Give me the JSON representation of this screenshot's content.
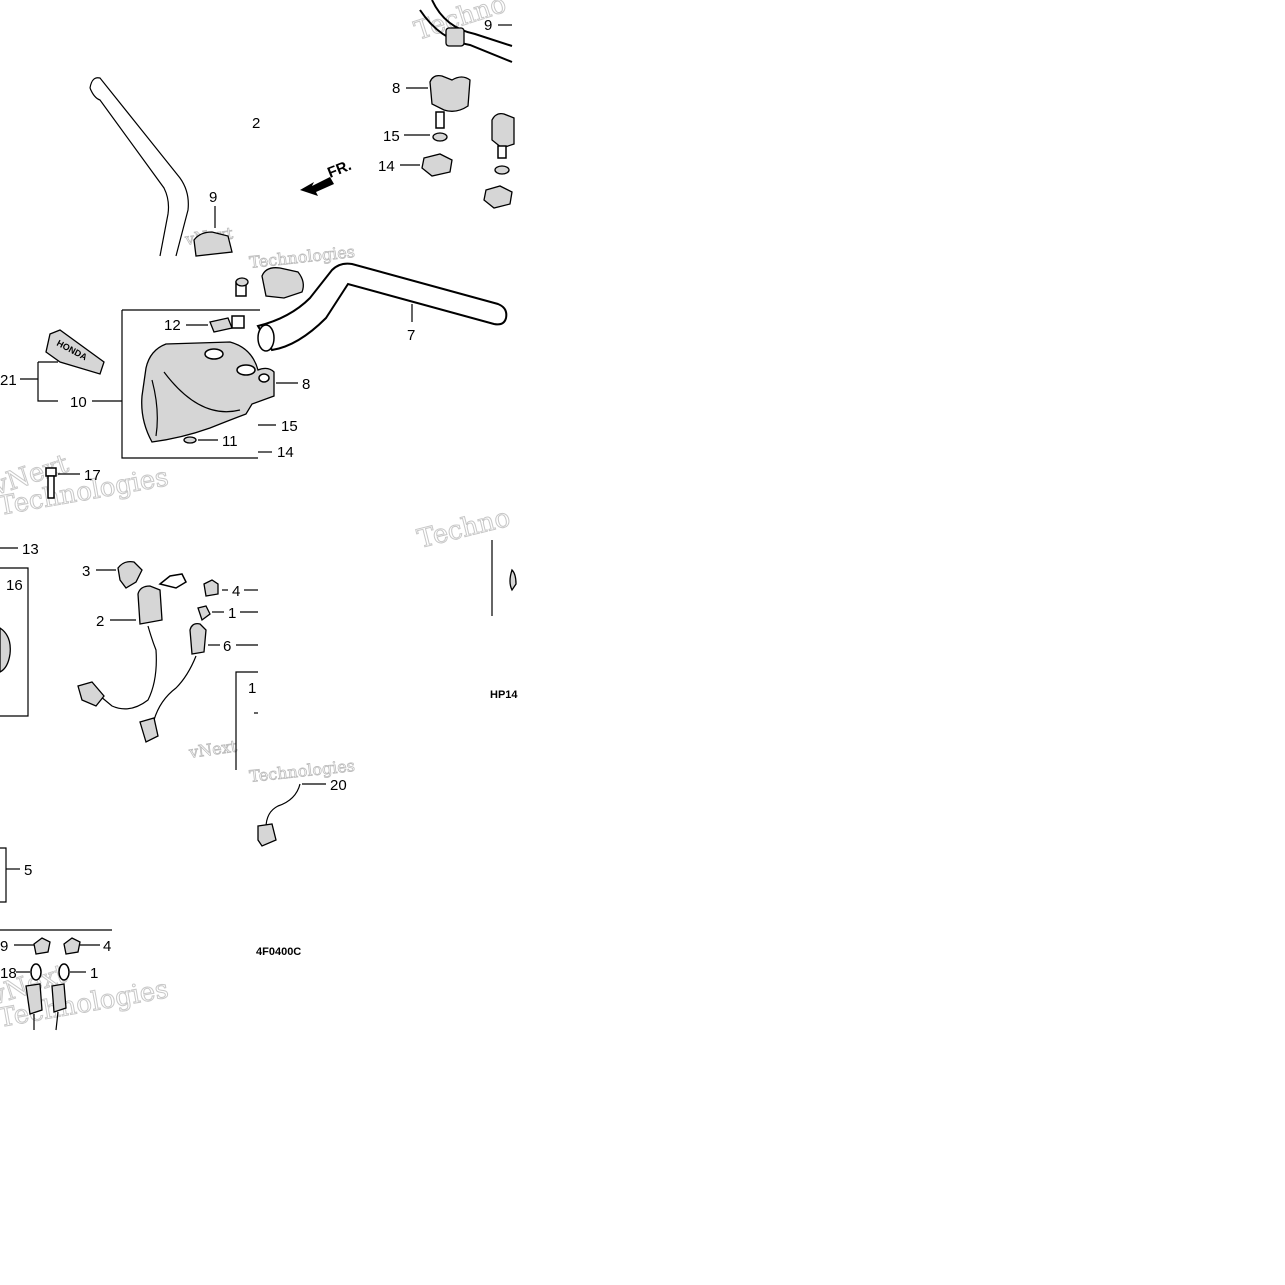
{
  "diagram": {
    "callouts": [
      {
        "id": "c9_top",
        "text": "9"
      },
      {
        "id": "c8_top",
        "text": "8"
      },
      {
        "id": "c15_top",
        "text": "15"
      },
      {
        "id": "c14_top",
        "text": "14"
      },
      {
        "id": "c2_frag",
        "text": "2"
      },
      {
        "id": "c9_mid",
        "text": "9"
      },
      {
        "id": "c12",
        "text": "12"
      },
      {
        "id": "c7",
        "text": "7"
      },
      {
        "id": "c21",
        "text": "21"
      },
      {
        "id": "c10",
        "text": "10"
      },
      {
        "id": "c8_mid",
        "text": "8"
      },
      {
        "id": "c11",
        "text": "11"
      },
      {
        "id": "c15_mid",
        "text": "15"
      },
      {
        "id": "c14_mid",
        "text": "14"
      },
      {
        "id": "c17",
        "text": "17"
      },
      {
        "id": "c13",
        "text": "13"
      },
      {
        "id": "c16",
        "text": "16"
      },
      {
        "id": "c3",
        "text": "3"
      },
      {
        "id": "c4_mid",
        "text": "4"
      },
      {
        "id": "c1_mid",
        "text": "1"
      },
      {
        "id": "c2",
        "text": "2"
      },
      {
        "id": "c6",
        "text": "6"
      },
      {
        "id": "c1_frag",
        "text": "1"
      },
      {
        "id": "c20",
        "text": "20"
      },
      {
        "id": "c5",
        "text": "5"
      },
      {
        "id": "c9_bot",
        "text": "9"
      },
      {
        "id": "c4_bot",
        "text": "4"
      },
      {
        "id": "c18",
        "text": "18"
      },
      {
        "id": "c1_bot",
        "text": "1"
      }
    ],
    "direction_label": "FR.",
    "diagram_code": "4F0400C",
    "diagram_code_fragment": "HP14",
    "badge_text": "HONDA",
    "watermarks": [
      {
        "id": "wm1",
        "text": "Techno"
      },
      {
        "id": "wm2",
        "text": "vNext"
      },
      {
        "id": "wm3",
        "text": "Technologies"
      },
      {
        "id": "wm4",
        "text": "Techno"
      },
      {
        "id": "wm5",
        "text": "vNext"
      },
      {
        "id": "wm6",
        "text": "Technologies"
      },
      {
        "id": "wm7",
        "text": "vNext"
      },
      {
        "id": "wm8",
        "text": "Technologies"
      },
      {
        "id": "wm9",
        "text": "vNext"
      },
      {
        "id": "wm10",
        "text": "Technologies"
      }
    ]
  }
}
